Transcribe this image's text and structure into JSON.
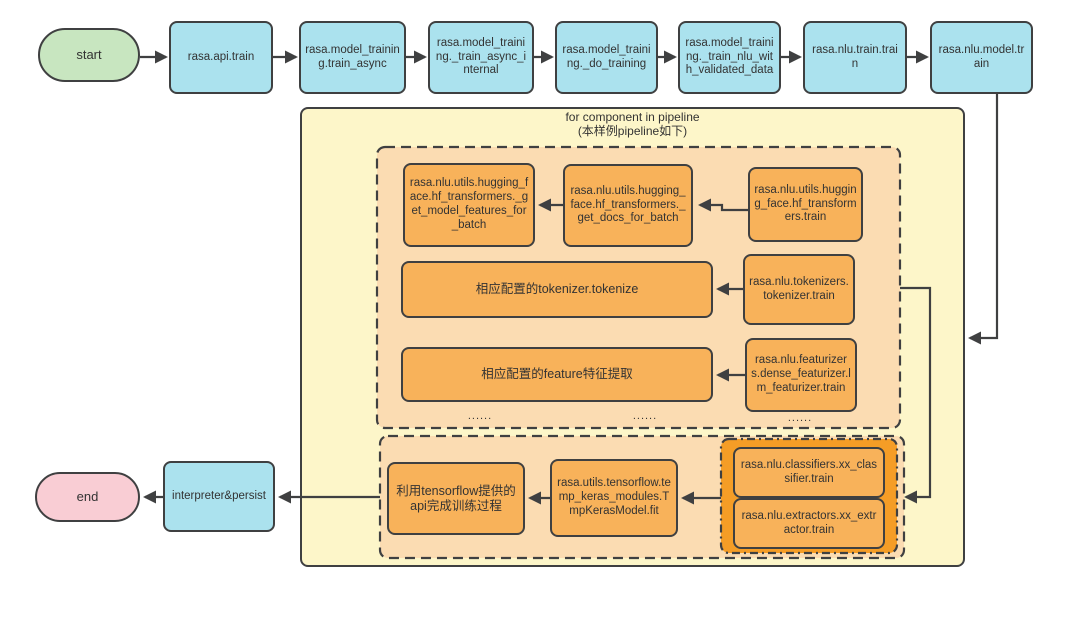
{
  "colors": {
    "border": "#3f4041",
    "text": "#333333",
    "cyan": "#abe2ee",
    "green": "#c8e6c0",
    "pink": "#f9cdd4",
    "yellow": "#fdf6c9",
    "peach": "#fbdcb2",
    "orange": "#f8b25a",
    "orange_deep": "#f59d26"
  },
  "loop_header": {
    "line1": "for component in pipeline",
    "line2": "(本样例pipeline如下)"
  },
  "ellipsis": "......",
  "nodes": {
    "start": {
      "label": "start"
    },
    "api_train": {
      "label": "rasa.api.train"
    },
    "train_async": {
      "label": "rasa.model_training.train_async"
    },
    "train_async_internal": {
      "label": "rasa.model_training._train_async_internal"
    },
    "do_training": {
      "label": "rasa.model_training._do_training"
    },
    "train_nlu_with_validated_data": {
      "label": "rasa.model_training._train_nlu_with_validated_data"
    },
    "nlu_train": {
      "label": "rasa.nlu.train.train"
    },
    "nlu_model_train": {
      "label": "rasa.nlu.model.train"
    },
    "hf_get_model_features": {
      "label": "rasa.nlu.utils.hugging_face.hf_transformers._get_model_features_for_batch"
    },
    "hf_get_docs": {
      "label": "rasa.nlu.utils.hugging_face.hf_transformers._get_docs_for_batch"
    },
    "hf_train": {
      "label": "rasa.nlu.utils.hugging_face.hf_transformers.train"
    },
    "tokenize": {
      "label": "相应配置的tokenizer.tokenize"
    },
    "tokenizer_train": {
      "label": "rasa.nlu.tokenizers.tokenizer.train"
    },
    "feature_extract": {
      "label": "相应配置的feature特征提取"
    },
    "featurizer_train": {
      "label": "rasa.nlu.featurizers.dense_featurizer.lm_featurizer.train"
    },
    "classifier_train": {
      "label": "rasa.nlu.classifiers.xx_classifier.train"
    },
    "extractor_train": {
      "label": "rasa.nlu.extractors.xx_extractor.train"
    },
    "tmp_keras_fit": {
      "label": "rasa.utils.tensorflow.temp_keras_modules.TmpKerasModel.fit"
    },
    "tensorflow_api": {
      "label": "利用tensorflow提供的api完成训练过程"
    },
    "interpreter_persist": {
      "label": "interpreter&persist"
    },
    "end": {
      "label": "end"
    }
  }
}
